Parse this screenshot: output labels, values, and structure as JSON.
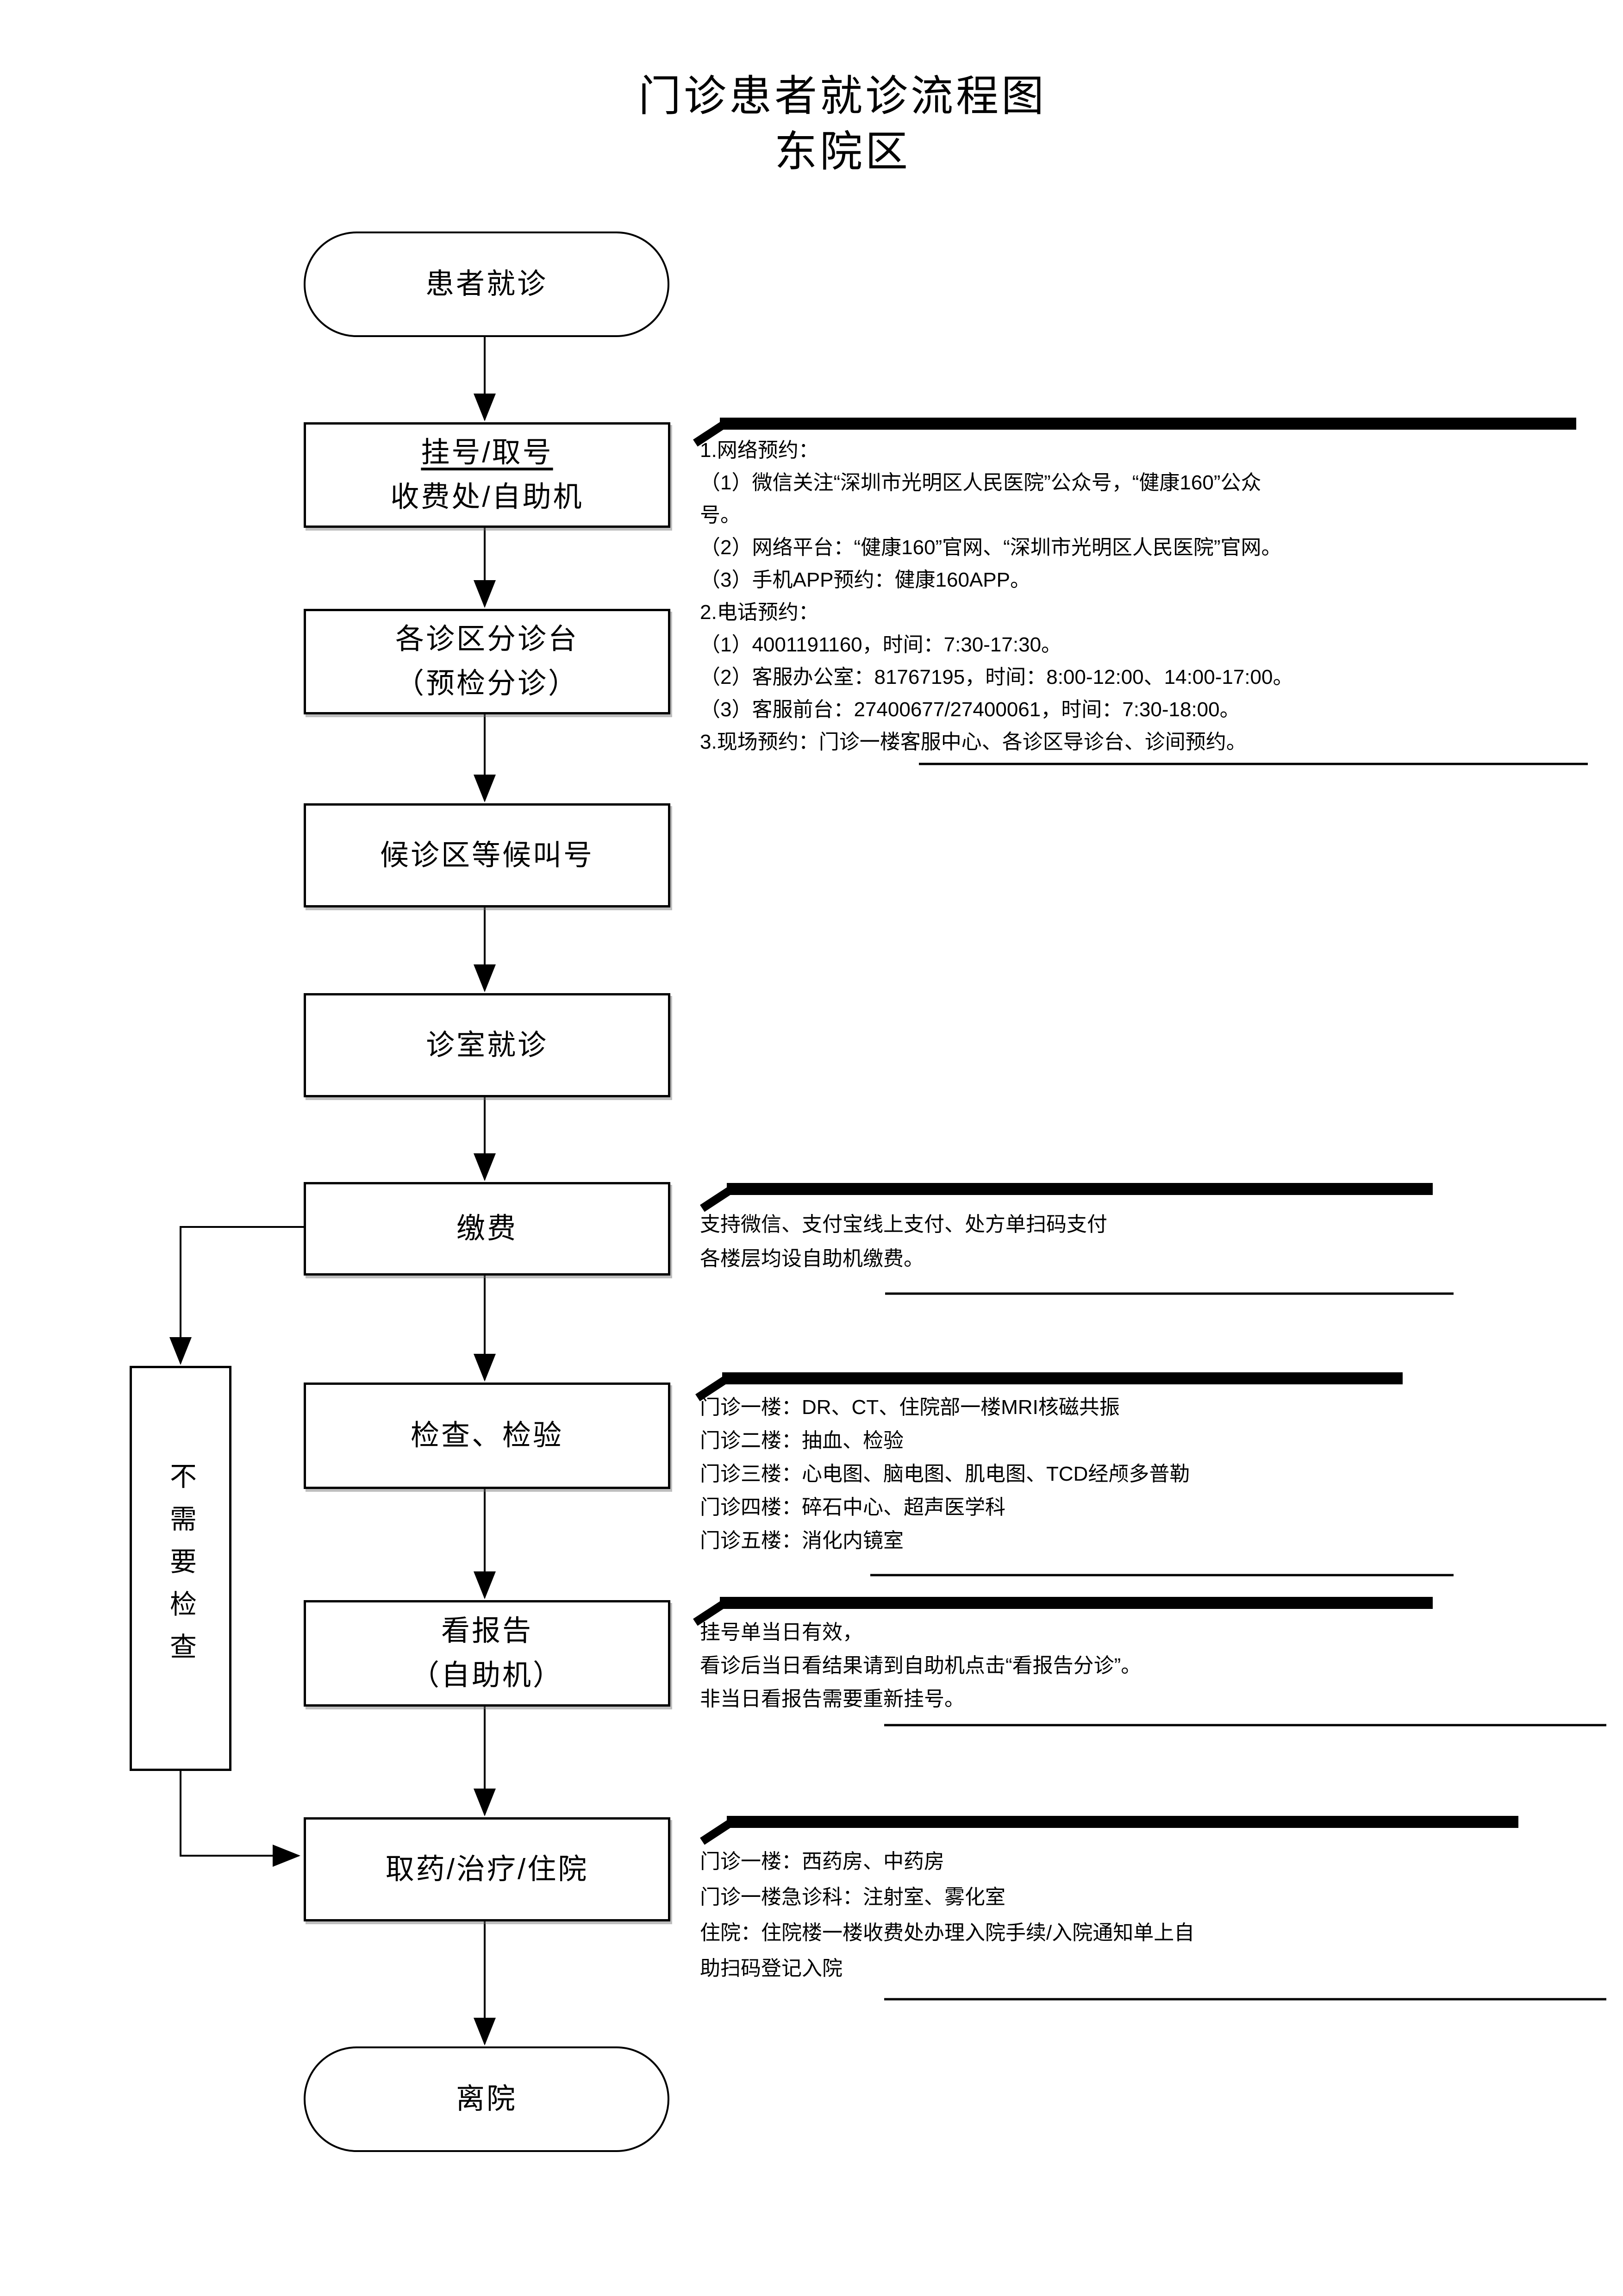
{
  "title": {
    "line1": "门诊患者就诊流程图",
    "line2": "东院区"
  },
  "flow": {
    "start": "患者就诊",
    "register": {
      "line1": "挂号/取号",
      "line2": "收费处/自助机"
    },
    "triage": {
      "line1": "各诊区分诊台",
      "line2": "（预检分诊）"
    },
    "waiting": "候诊区等候叫号",
    "consult": "诊室就诊",
    "pay": "缴费",
    "exam": "检查、检验",
    "report": {
      "line1": "看报告",
      "line2": "（自助机）"
    },
    "pharmacy": "取药/治疗/住院",
    "leave": "离院",
    "bypass_label": "不需要检查"
  },
  "annotations": {
    "register": {
      "lines": [
        "1.网络预约：",
        "（1）微信关注“深圳市光明区人民医院”公众号，“健康160”公众",
        "号。",
        "（2）网络平台：“健康160”官网、“深圳市光明区人民医院”官网。",
        "（3）手机APP预约：健康160APP。",
        "2.电话预约：",
        "（1）4001191160，时间：7:30-17:30。",
        "（2）客服办公室：81767195，时间：8:00-12:00、14:00-17:00。",
        "（3）客服前台：27400677/27400061，时间：7:30-18:00。",
        "3.现场预约：门诊一楼客服中心、各诊区导诊台、诊间预约。"
      ]
    },
    "pay": {
      "lines": [
        "支持微信、支付宝线上支付、处方单扫码支付",
        "各楼层均设自助机缴费。"
      ]
    },
    "exam": {
      "lines": [
        "门诊一楼：DR、CT、住院部一楼MRI核磁共振",
        "门诊二楼：抽血、检验",
        "门诊三楼：心电图、脑电图、肌电图、TCD经颅多普勒",
        "门诊四楼：碎石中心、超声医学科",
        "门诊五楼：消化内镜室"
      ]
    },
    "report": {
      "lines": [
        "挂号单当日有效，",
        "看诊后当日看结果请到自助机点击“看报告分诊”。",
        "非当日看报告需要重新挂号。"
      ]
    },
    "pharmacy": {
      "lines": [
        "门诊一楼：西药房、中药房",
        "门诊一楼急诊科：注射室、雾化室",
        "住院：住院楼一楼收费处办理入院手续/入院通知单上自",
        "助扫码登记入院"
      ]
    }
  },
  "colors": {
    "line": "#000000",
    "background": "#ffffff"
  }
}
